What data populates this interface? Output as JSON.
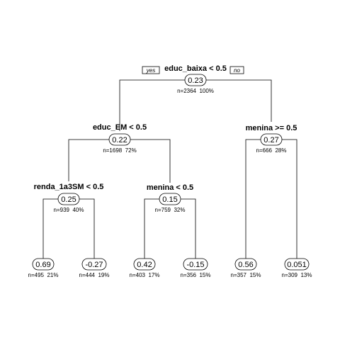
{
  "labels": {
    "yes": "yes",
    "no": "no"
  },
  "nodes": [
    {
      "id": "root",
      "split": "educ_baixa < 0.5",
      "value": "0.23",
      "stats": "n=2364  100%"
    },
    {
      "id": "l",
      "split": "educ_EM < 0.5",
      "value": "0.22",
      "stats": "n=1698  72%"
    },
    {
      "id": "r",
      "split": "menina >= 0.5",
      "value": "0.27",
      "stats": "n=666  28%"
    },
    {
      "id": "ll",
      "split": "renda_1a3SM < 0.5",
      "value": "0.25",
      "stats": "n=939  40%"
    },
    {
      "id": "lr",
      "split": "menina < 0.5",
      "value": "0.15",
      "stats": "n=759  32%"
    },
    {
      "id": "lll",
      "value": "0.69",
      "stats": "n=495  21%"
    },
    {
      "id": "llr",
      "value": "-0.27",
      "stats": "n=444  19%"
    },
    {
      "id": "lrl",
      "value": "0.42",
      "stats": "n=403  17%"
    },
    {
      "id": "lrr",
      "value": "-0.15",
      "stats": "n=356  15%"
    },
    {
      "id": "rl",
      "value": "0.56",
      "stats": "n=357  15%"
    },
    {
      "id": "rr",
      "value": "0.051",
      "stats": "n=309  13%"
    }
  ]
}
